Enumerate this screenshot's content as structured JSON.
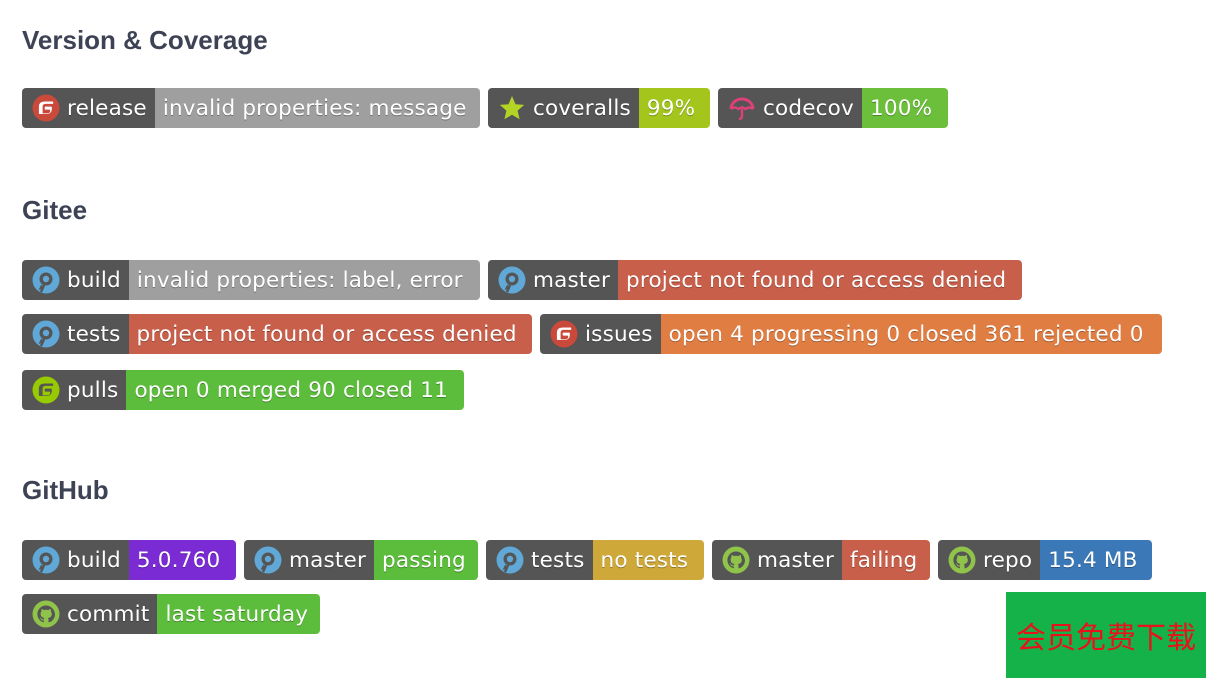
{
  "sections": {
    "version": {
      "title": "Version & Coverage"
    },
    "gitee": {
      "title": "Gitee"
    },
    "github": {
      "title": "GitHub"
    }
  },
  "badges": {
    "release": {
      "label": "release",
      "message": "invalid properties: message",
      "color": "#9f9f9f",
      "icon": "gitee-icon"
    },
    "coveralls": {
      "label": "coveralls",
      "message": "99%",
      "color": "#a3c51c",
      "icon": "star-icon"
    },
    "codecov": {
      "label": "codecov",
      "message": "100%",
      "color": "#6cbf3a",
      "icon": "codecov-umbrella-icon"
    },
    "gitee_build": {
      "label": "build",
      "message": "invalid properties: label, error",
      "color": "#9f9f9f",
      "icon": "appveyor-icon"
    },
    "gitee_master": {
      "label": "master",
      "message": "project not found or access denied",
      "color": "#c85f4a",
      "icon": "appveyor-icon"
    },
    "gitee_tests": {
      "label": "tests",
      "message": "project not found or access denied",
      "color": "#c85f4a",
      "icon": "appveyor-icon"
    },
    "gitee_issues": {
      "label": "issues",
      "message": "open 4 progressing 0 closed 361 rejected 0",
      "color": "#e07d42",
      "icon": "gitee-icon"
    },
    "gitee_pulls": {
      "label": "pulls",
      "message": "open 0 merged 90 closed 11",
      "color": "#5cbd3c",
      "icon": "gitee-icon"
    },
    "github_build": {
      "label": "build",
      "message": "5.0.760",
      "color": "#7a2bd3",
      "icon": "appveyor-icon"
    },
    "github_master": {
      "label": "master",
      "message": "passing",
      "color": "#5cbd3c",
      "icon": "appveyor-icon"
    },
    "github_tests": {
      "label": "tests",
      "message": "no tests",
      "color": "#cfa83a",
      "icon": "appveyor-icon"
    },
    "github_master_ci": {
      "label": "master",
      "message": "failing",
      "color": "#c85f4a",
      "icon": "github-icon"
    },
    "github_repo": {
      "label": "repo",
      "message": "15.4 MB",
      "color": "#3a78b8",
      "icon": "github-icon"
    },
    "github_commit": {
      "label": "commit",
      "message": "last saturday",
      "color": "#5cbd3c",
      "icon": "github-icon"
    }
  },
  "promo": {
    "text": "会员免费下载"
  }
}
